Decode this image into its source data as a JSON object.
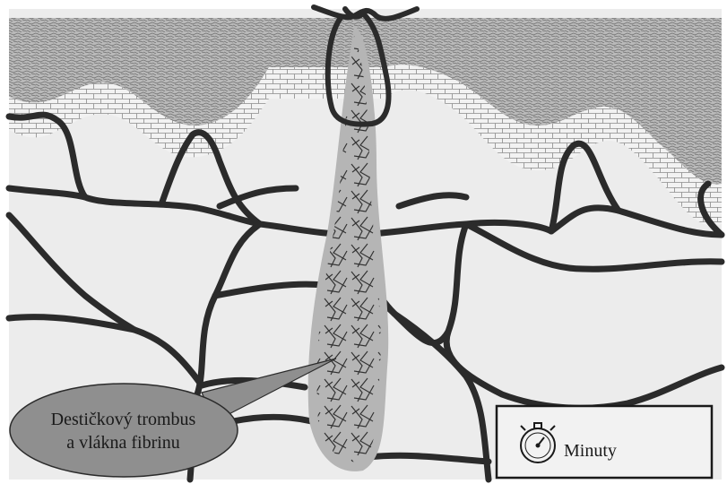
{
  "callout": {
    "line1": "Destičkový trombus",
    "line2": "a vlákna fibrinu"
  },
  "timer": {
    "label": "Minuty",
    "icon": "stopwatch-icon"
  },
  "colors": {
    "background": "#ffffff",
    "tissue": "#ececec",
    "epidermis_top": "#a8a8a8",
    "vessels": "#2b2b2b",
    "thrombus": "#b5b5b5",
    "callout_fill": "#8f8f8f"
  }
}
